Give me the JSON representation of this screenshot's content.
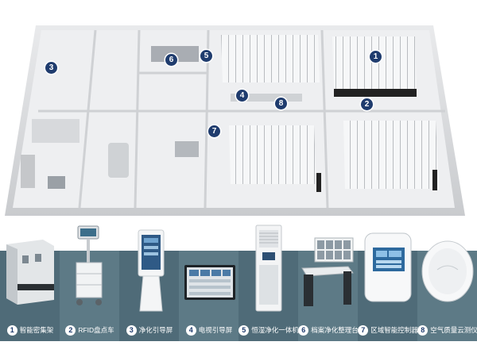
{
  "colors": {
    "panel_dark": "#4f6b78",
    "panel_light": "#5d7a86",
    "badge": "#1f3c6e",
    "floor": "#eeeff1",
    "wall": "#dcdde0"
  },
  "plan_markers": [
    {
      "num": "1"
    },
    {
      "num": "2"
    },
    {
      "num": "3"
    },
    {
      "num": "4"
    },
    {
      "num": "5"
    },
    {
      "num": "6"
    },
    {
      "num": "7"
    },
    {
      "num": "8"
    }
  ],
  "products": [
    {
      "num": "1",
      "label": "智能密集架",
      "icon": "mobile-shelving-icon"
    },
    {
      "num": "2",
      "label": "RFID盘点车",
      "icon": "rfid-cart-icon"
    },
    {
      "num": "3",
      "label": "净化引导屏",
      "icon": "kiosk-screen-icon"
    },
    {
      "num": "4",
      "label": "电视引导屏",
      "icon": "tv-screen-icon"
    },
    {
      "num": "5",
      "label": "恒湿净化一体机",
      "icon": "humidifier-icon"
    },
    {
      "num": "6",
      "label": "档案净化整理台",
      "icon": "workstation-icon"
    },
    {
      "num": "7",
      "label": "区域智能控制器",
      "icon": "controller-icon"
    },
    {
      "num": "8",
      "label": "空气质量云测仪",
      "icon": "air-sensor-icon"
    }
  ]
}
